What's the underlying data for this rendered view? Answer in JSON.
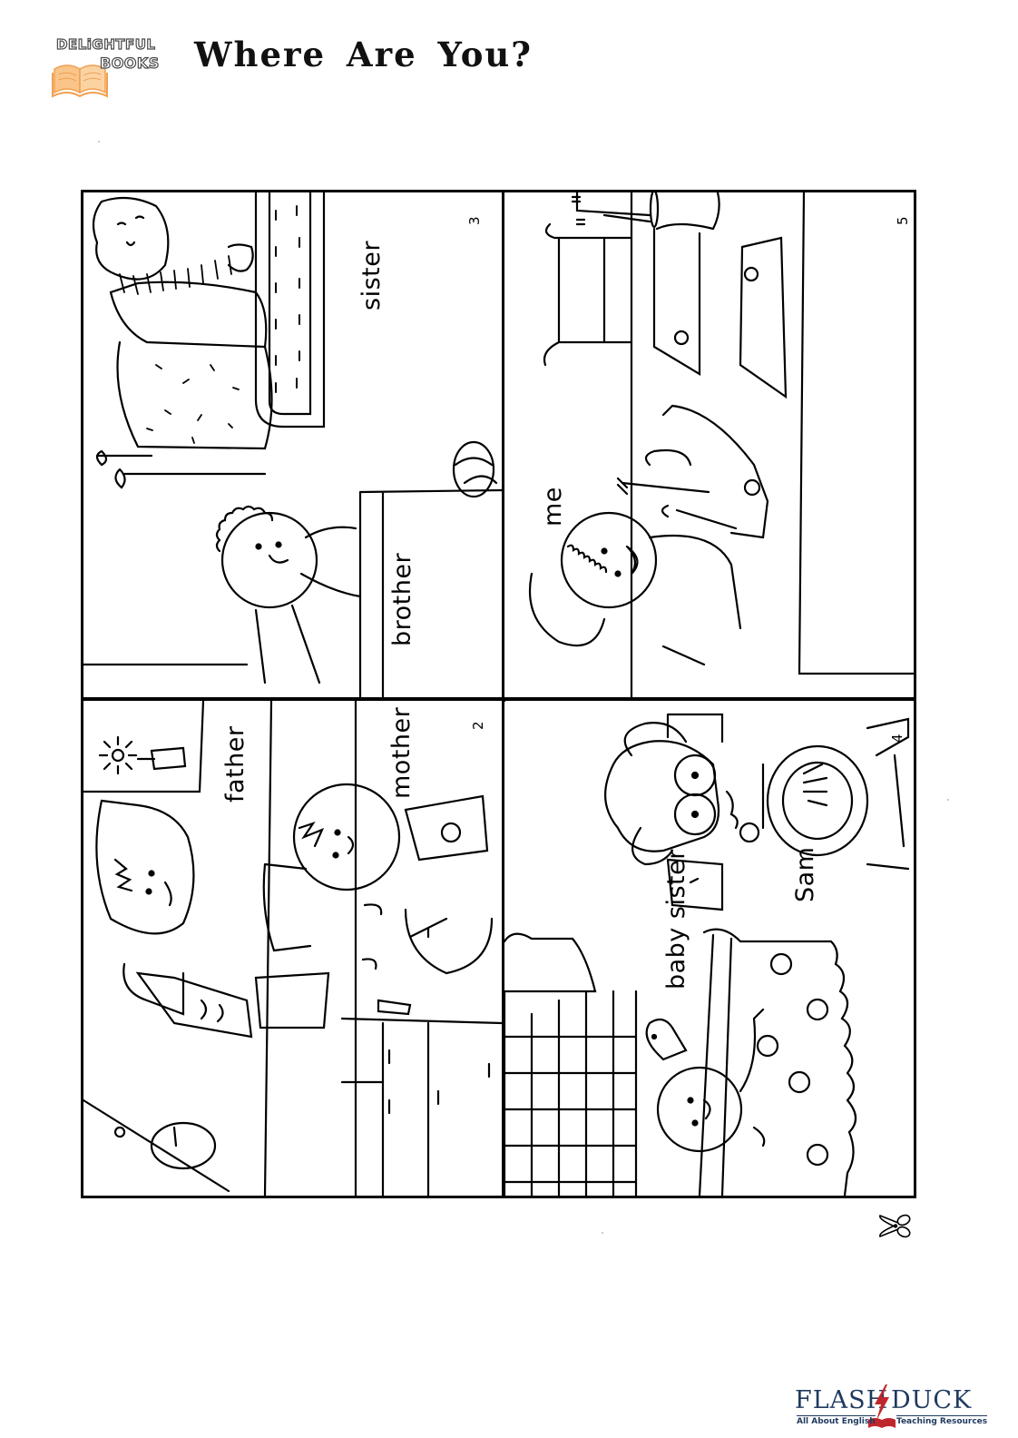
{
  "header": {
    "brand": {
      "line1": "DELiGHTFUL",
      "line2": "BOOKS",
      "icon": "open-book-icon",
      "icon_color": "#f7b36b"
    },
    "title": "Where Are You?"
  },
  "panels": [
    {
      "id": "panel-3",
      "number": "3",
      "scene": "bedroom",
      "labels": [
        "sister",
        "brother"
      ]
    },
    {
      "id": "panel-5",
      "number": "5",
      "scene": "dining table",
      "labels": [
        "me"
      ]
    },
    {
      "id": "panel-2",
      "number": "2",
      "scene": "kitchen",
      "labels": [
        "father",
        "mother"
      ]
    },
    {
      "id": "panel-4",
      "number": "4",
      "scene": "living room",
      "labels": [
        "Sam",
        "baby sister"
      ]
    }
  ],
  "cut_mark": {
    "icon": "scissors-icon"
  },
  "footer": {
    "logo_left": "FLASH",
    "logo_right": "DUCK",
    "tagline_left": "All About English",
    "tagline_right": "Teaching Resources",
    "brand_color": "#1f3a5f",
    "accent_color": "#c0272d"
  }
}
